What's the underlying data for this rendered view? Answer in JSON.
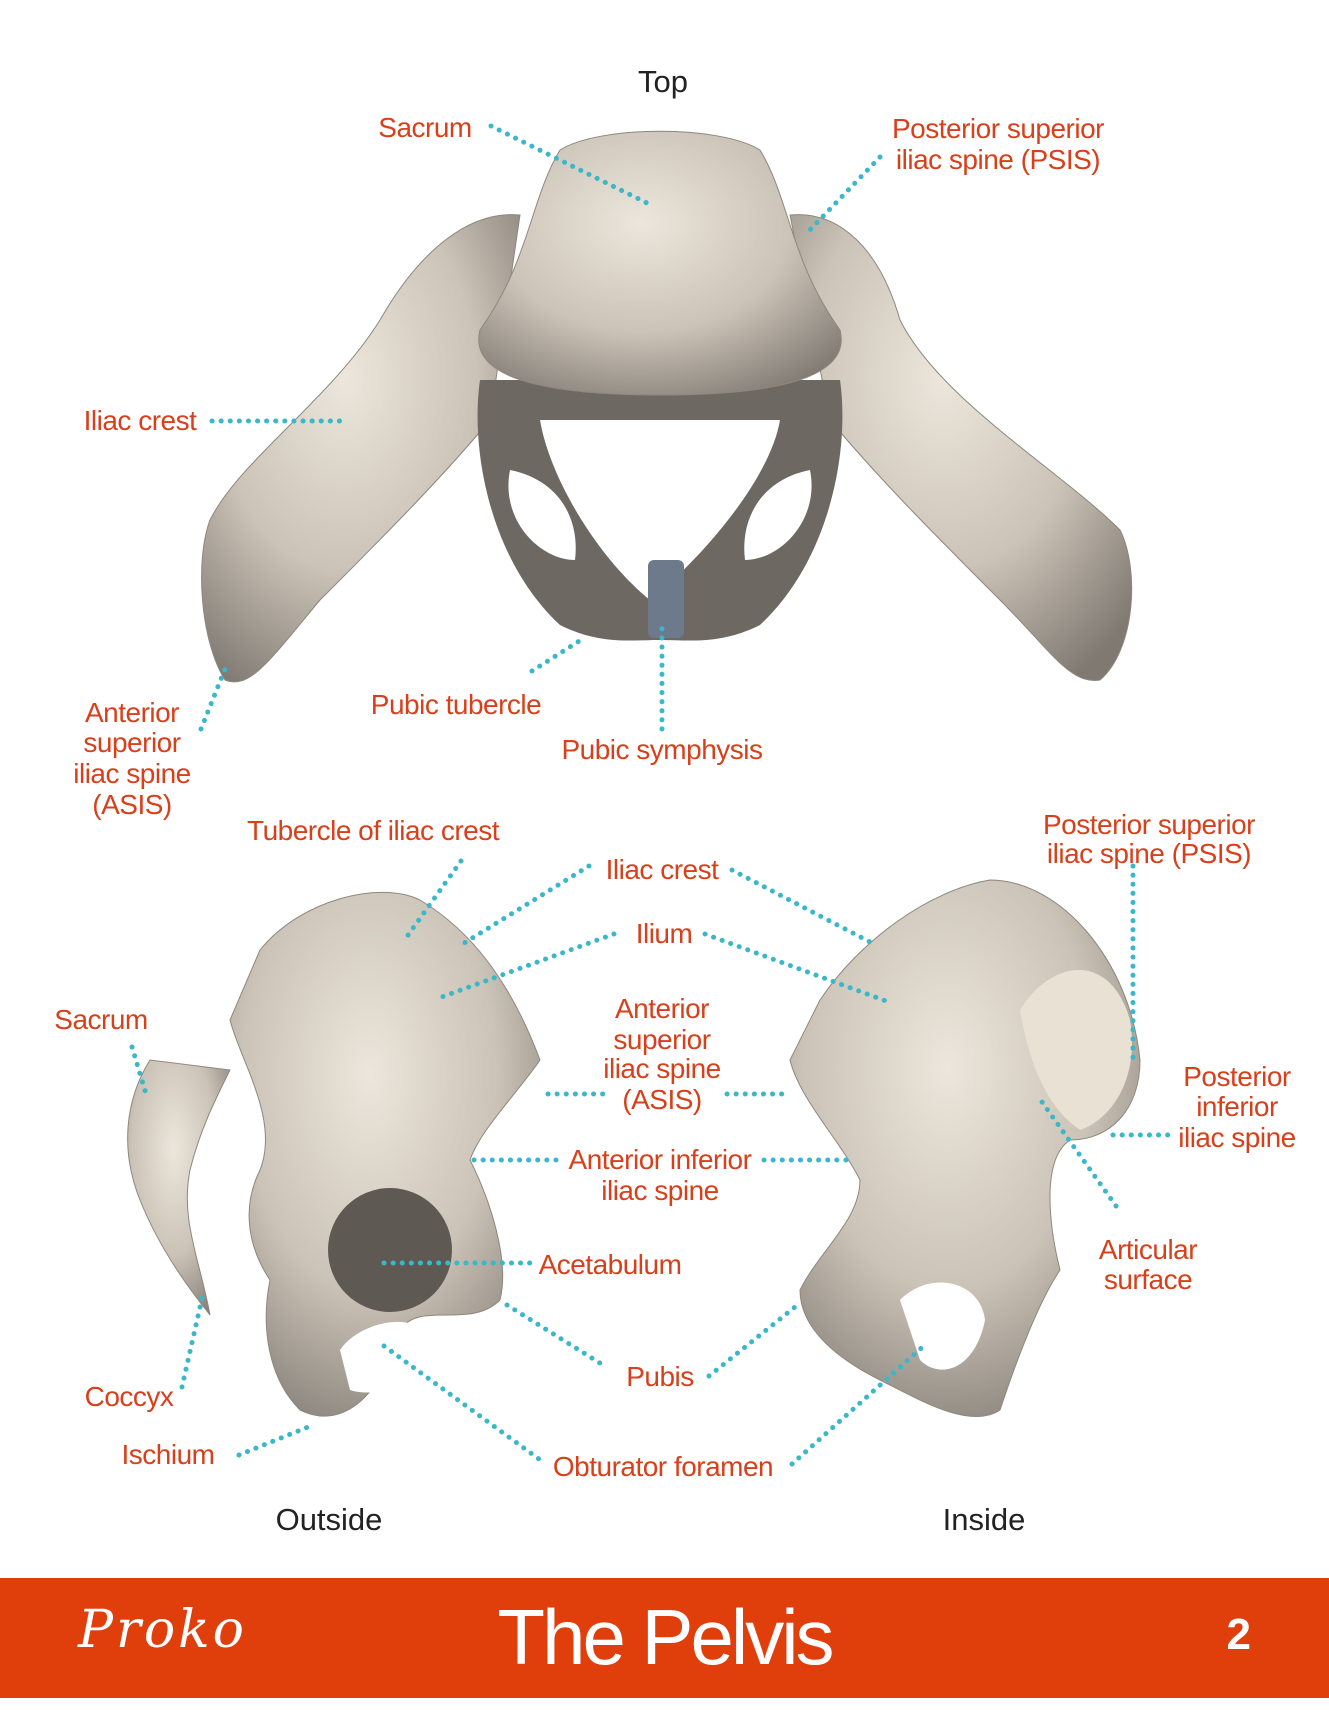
{
  "views": {
    "top": "Top",
    "outside": "Outside",
    "inside": "Inside"
  },
  "top_labels": {
    "sacrum": "Sacrum",
    "psis": [
      "Posterior superior",
      "iliac spine (PSIS)"
    ],
    "iliac_crest": "Iliac crest",
    "asis": [
      "Anterior",
      "superior",
      "iliac spine",
      "(ASIS)"
    ],
    "pubic_tubercle": "Pubic tubercle",
    "pubic_symphysis": "Pubic symphysis"
  },
  "side_labels": {
    "tubercle_iliac_crest": "Tubercle of iliac crest",
    "iliac_crest": "Iliac crest",
    "ilium": "Ilium",
    "asis": [
      "Anterior",
      "superior",
      "iliac spine",
      "(ASIS)"
    ],
    "aiis": [
      "Anterior inferior",
      "iliac spine"
    ],
    "acetabulum": "Acetabulum",
    "pubis": "Pubis",
    "obturator_foramen": "Obturator foramen",
    "sacrum": "Sacrum",
    "coccyx": "Coccyx",
    "ischium": "Ischium",
    "psis": [
      "Posterior superior",
      "iliac spine (PSIS)"
    ],
    "piis": [
      "Posterior",
      "inferior",
      "iliac spine"
    ],
    "articular_surface": [
      "Articular",
      "surface"
    ]
  },
  "footer": {
    "logo": "Proko",
    "title": "The Pelvis",
    "page": "2"
  },
  "colors": {
    "label": "#d8401b",
    "leader": "#3ab7c8",
    "footer": "#e03e0b"
  }
}
